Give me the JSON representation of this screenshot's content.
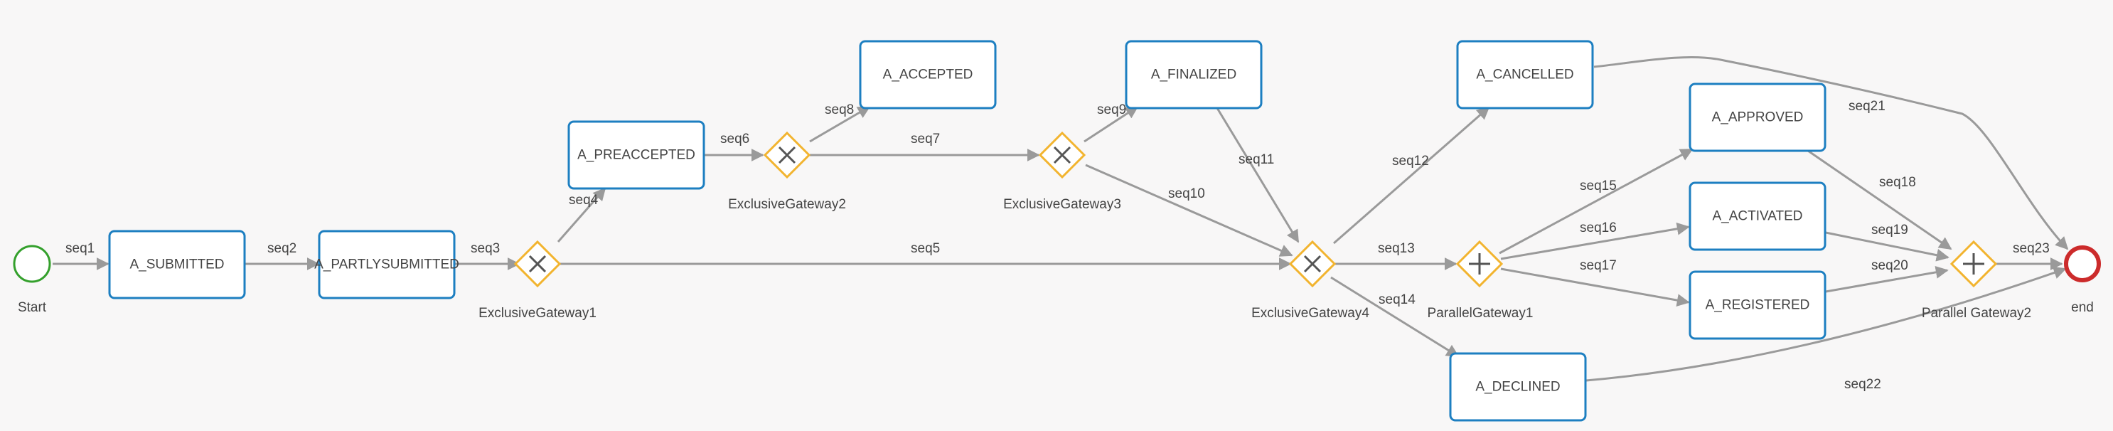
{
  "events": {
    "start": {
      "label": "Start"
    },
    "end": {
      "label": "end"
    }
  },
  "tasks": [
    {
      "id": "A_SUBMITTED",
      "label": "A_SUBMITTED"
    },
    {
      "id": "A_PARTLYSUBMITTED",
      "label": "A_PARTLYSUBMITTED"
    },
    {
      "id": "A_PREACCEPTED",
      "label": "A_PREACCEPTED"
    },
    {
      "id": "A_ACCEPTED",
      "label": "A_ACCEPTED"
    },
    {
      "id": "A_FINALIZED",
      "label": "A_FINALIZED"
    },
    {
      "id": "A_CANCELLED",
      "label": "A_CANCELLED"
    },
    {
      "id": "A_APPROVED",
      "label": "A_APPROVED"
    },
    {
      "id": "A_ACTIVATED",
      "label": "A_ACTIVATED"
    },
    {
      "id": "A_REGISTERED",
      "label": "A_REGISTERED"
    },
    {
      "id": "A_DECLINED",
      "label": "A_DECLINED"
    }
  ],
  "gateways": [
    {
      "id": "ExclusiveGateway1",
      "label": "ExclusiveGateway1",
      "kind": "exclusive"
    },
    {
      "id": "ExclusiveGateway2",
      "label": "ExclusiveGateway2",
      "kind": "exclusive"
    },
    {
      "id": "ExclusiveGateway3",
      "label": "ExclusiveGateway3",
      "kind": "exclusive"
    },
    {
      "id": "ExclusiveGateway4",
      "label": "ExclusiveGateway4",
      "kind": "exclusive"
    },
    {
      "id": "ParallelGateway1",
      "label": "ParallelGateway1",
      "kind": "parallel"
    },
    {
      "id": "ParallelGateway2",
      "label": "Parallel Gateway2",
      "kind": "parallel"
    }
  ],
  "flows": [
    {
      "id": "seq1",
      "label": "seq1",
      "from": "Start",
      "to": "A_SUBMITTED"
    },
    {
      "id": "seq2",
      "label": "seq2",
      "from": "A_SUBMITTED",
      "to": "A_PARTLYSUBMITTED"
    },
    {
      "id": "seq3",
      "label": "seq3",
      "from": "A_PARTLYSUBMITTED",
      "to": "ExclusiveGateway1"
    },
    {
      "id": "seq4",
      "label": "seq4",
      "from": "ExclusiveGateway1",
      "to": "A_PREACCEPTED"
    },
    {
      "id": "seq5",
      "label": "seq5",
      "from": "ExclusiveGateway1",
      "to": "ExclusiveGateway4"
    },
    {
      "id": "seq6",
      "label": "seq6",
      "from": "A_PREACCEPTED",
      "to": "ExclusiveGateway2"
    },
    {
      "id": "seq7",
      "label": "seq7",
      "from": "ExclusiveGateway2",
      "to": "ExclusiveGateway3"
    },
    {
      "id": "seq8",
      "label": "seq8",
      "from": "ExclusiveGateway2",
      "to": "A_ACCEPTED"
    },
    {
      "id": "seq9",
      "label": "seq9",
      "from": "ExclusiveGateway3",
      "to": "A_FINALIZED"
    },
    {
      "id": "seq10",
      "label": "seq10",
      "from": "ExclusiveGateway3",
      "to": "ExclusiveGateway4"
    },
    {
      "id": "seq11",
      "label": "seq11",
      "from": "A_FINALIZED",
      "to": "ExclusiveGateway4"
    },
    {
      "id": "seq12",
      "label": "seq12",
      "from": "ExclusiveGateway4",
      "to": "A_CANCELLED"
    },
    {
      "id": "seq13",
      "label": "seq13",
      "from": "ExclusiveGateway4",
      "to": "ParallelGateway1"
    },
    {
      "id": "seq14",
      "label": "seq14",
      "from": "ExclusiveGateway4",
      "to": "A_DECLINED"
    },
    {
      "id": "seq15",
      "label": "seq15",
      "from": "ParallelGateway1",
      "to": "A_APPROVED"
    },
    {
      "id": "seq16",
      "label": "seq16",
      "from": "ParallelGateway1",
      "to": "A_ACTIVATED"
    },
    {
      "id": "seq17",
      "label": "seq17",
      "from": "ParallelGateway1",
      "to": "A_REGISTERED"
    },
    {
      "id": "seq18",
      "label": "seq18",
      "from": "A_APPROVED",
      "to": "ParallelGateway2"
    },
    {
      "id": "seq19",
      "label": "seq19",
      "from": "A_ACTIVATED",
      "to": "ParallelGateway2"
    },
    {
      "id": "seq20",
      "label": "seq20",
      "from": "A_REGISTERED",
      "to": "ParallelGateway2"
    },
    {
      "id": "seq21",
      "label": "seq21",
      "from": "A_CANCELLED",
      "to": "end"
    },
    {
      "id": "seq22",
      "label": "seq22",
      "from": "A_DECLINED",
      "to": "end"
    },
    {
      "id": "seq23",
      "label": "seq23",
      "from": "ParallelGateway2",
      "to": "end"
    }
  ]
}
